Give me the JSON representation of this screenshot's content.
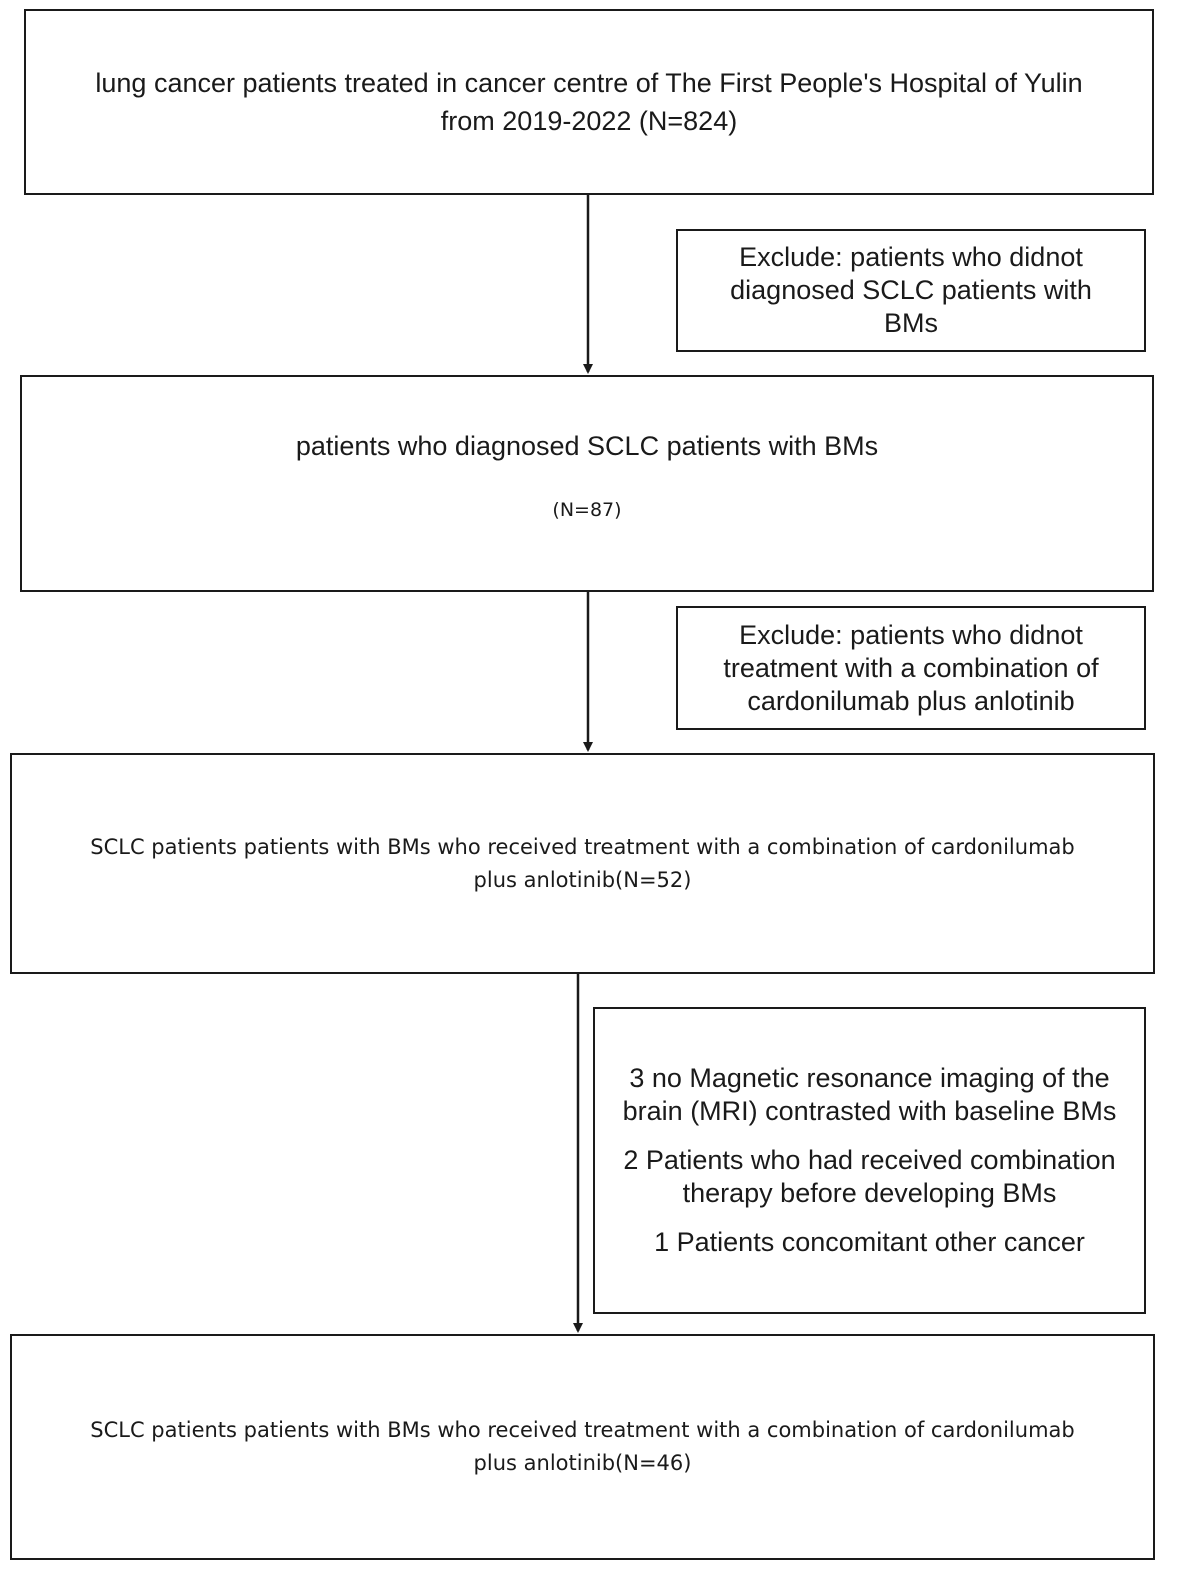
{
  "flow": {
    "box1": {
      "line1": "lung cancer patients treated in cancer centre of The First People's Hospital of Yulin",
      "line2": "from 2019-2022 (N=824)"
    },
    "exclusion1": {
      "line1": "Exclude: patients who didnot",
      "line2": "diagnosed SCLC patients with",
      "line3": "BMs"
    },
    "box2": {
      "line1": "patients who  diagnosed SCLC patients with BMs",
      "count": "(N=87)"
    },
    "exclusion2": {
      "line1": "Exclude: patients who didnot",
      "line2": "treatment with a combination of",
      "line3": "cardonilumab plus anlotinib"
    },
    "box3": {
      "line1": "SCLC patients patients with BMs who received treatment with a combination of cardonilumab",
      "line2": "plus anlotinib(N=52)"
    },
    "exclusion3": {
      "items": [
        {
          "line1": "3 no Magnetic resonance imaging of the",
          "line2": "brain (MRI) contrasted with baseline BMs"
        },
        {
          "line1": "2 Patients who had received combination",
          "line2": "therapy before developing BMs"
        },
        {
          "line1": "1 Patients concomitant other cancer"
        }
      ]
    },
    "box4": {
      "line1": "SCLC patients patients with BMs who received treatment with a combination of cardonilumab",
      "line2": "plus anlotinib(N=46)"
    }
  },
  "colors": {
    "stroke": "#1a1a1a",
    "background": "#ffffff"
  }
}
